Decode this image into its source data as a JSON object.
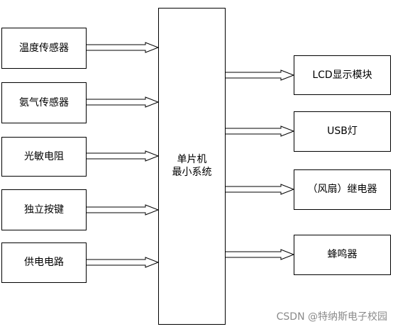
{
  "diagram": {
    "inputs": [
      {
        "label": "温度传感器"
      },
      {
        "label": "氨气传感器"
      },
      {
        "label": "光敏电阻"
      },
      {
        "label": "独立按键"
      },
      {
        "label": "供电电路"
      }
    ],
    "center": {
      "line1": "单片机",
      "line2": "最小系统"
    },
    "outputs": [
      {
        "label": "LCD显示模块"
      },
      {
        "label": "USB灯"
      },
      {
        "label": "（风扇）继电器"
      },
      {
        "label": "蜂鸣器"
      }
    ],
    "watermark": "CSDN @特纳斯电子校园",
    "colors": {
      "line": "#000000",
      "background": "#ffffff",
      "watermark": "#8a8a8a"
    },
    "arrow_style": "hollow double-line arrow"
  }
}
